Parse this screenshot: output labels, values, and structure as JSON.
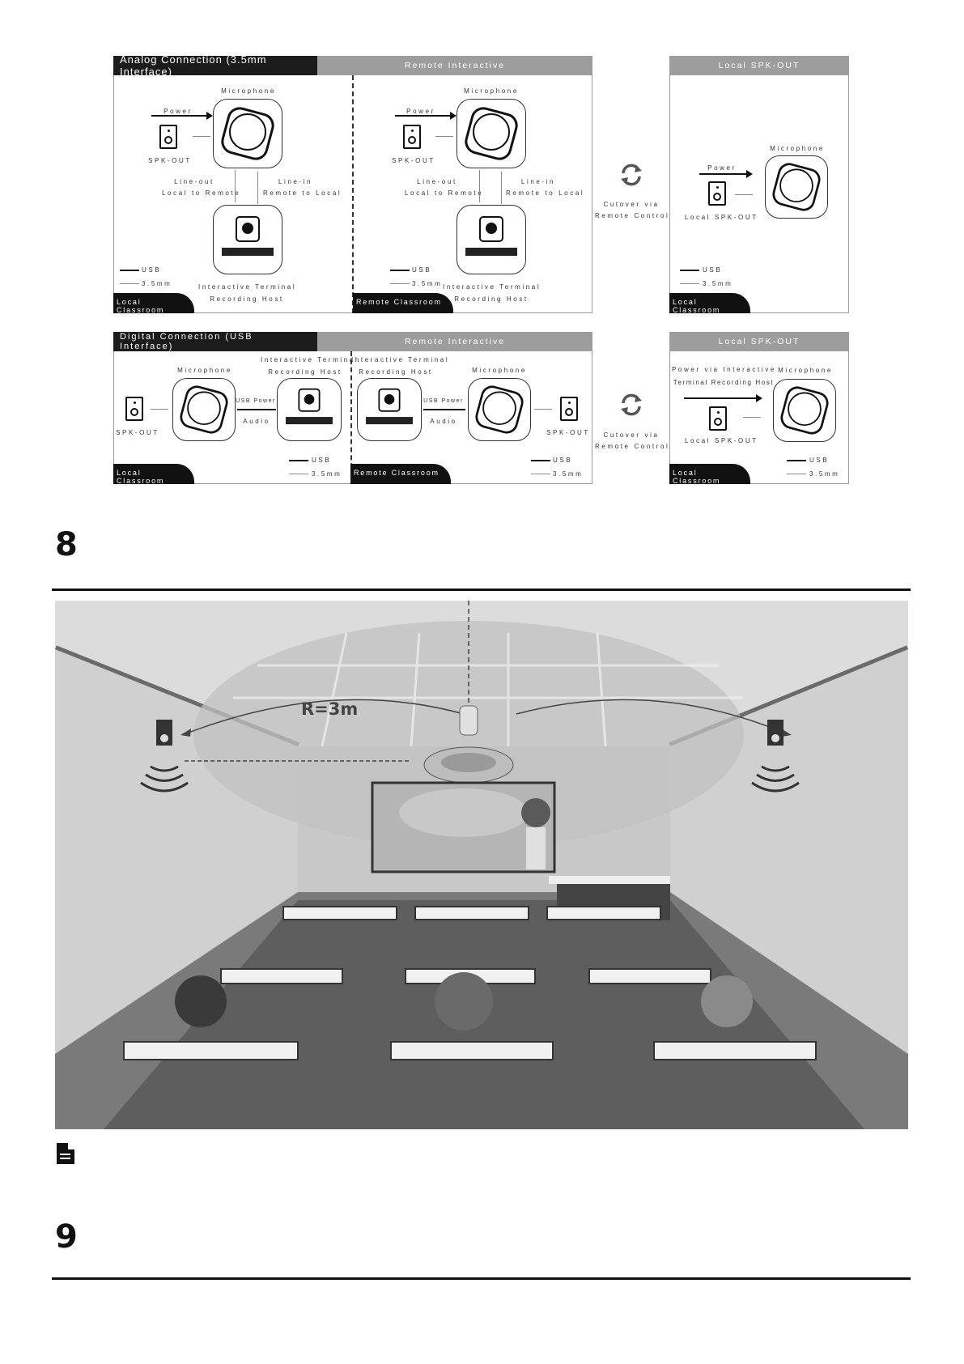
{
  "analog": {
    "title": "Analog Connection (3.5mm Interface)",
    "remote_header": "Remote Interactive",
    "local_header": "Local SPK-OUT",
    "microphone": "Microphone",
    "power": "Power",
    "spk_out": "SPK-OUT",
    "line_out": "Line-out",
    "local_to_remote": "Local to Remote",
    "line_in": "Line-in",
    "remote_to_local": "Remote to Local",
    "terminal_1": "Interactive Terminal",
    "terminal_2": "Recording Host",
    "usb": "USB",
    "mm35": "3.5mm",
    "local_classroom": "Local Classroom",
    "remote_classroom": "Remote Classroom",
    "local_spk_out": "Local SPK-OUT"
  },
  "digital": {
    "title": "Digital Connection (USB Interface)",
    "remote_header": "Remote Interactive",
    "local_header": "Local SPK-OUT",
    "microphone": "Microphone",
    "terminal_1": "Interactive Terminal",
    "terminal_2": "Recording Host",
    "usb_power": "USB Power",
    "audio": "Audio",
    "spk_out": "SPK-OUT",
    "usb": "USB",
    "mm35": "3.5mm",
    "local_classroom": "Local Classroom",
    "remote_classroom": "Remote Classroom",
    "power_via_1": "Power via Interactive",
    "power_via_2": "Terminal Recording Host",
    "local_spk_out": "Local SPK-OUT"
  },
  "cutover": {
    "line1": "Cutover via",
    "line2": "Remote Control"
  },
  "section8": {
    "number": "8"
  },
  "section9": {
    "number": "9"
  },
  "illustration": {
    "radius_label": "R=3m"
  },
  "icons": {
    "note": "document-note-icon",
    "cycle": "refresh-cycle-icon"
  }
}
